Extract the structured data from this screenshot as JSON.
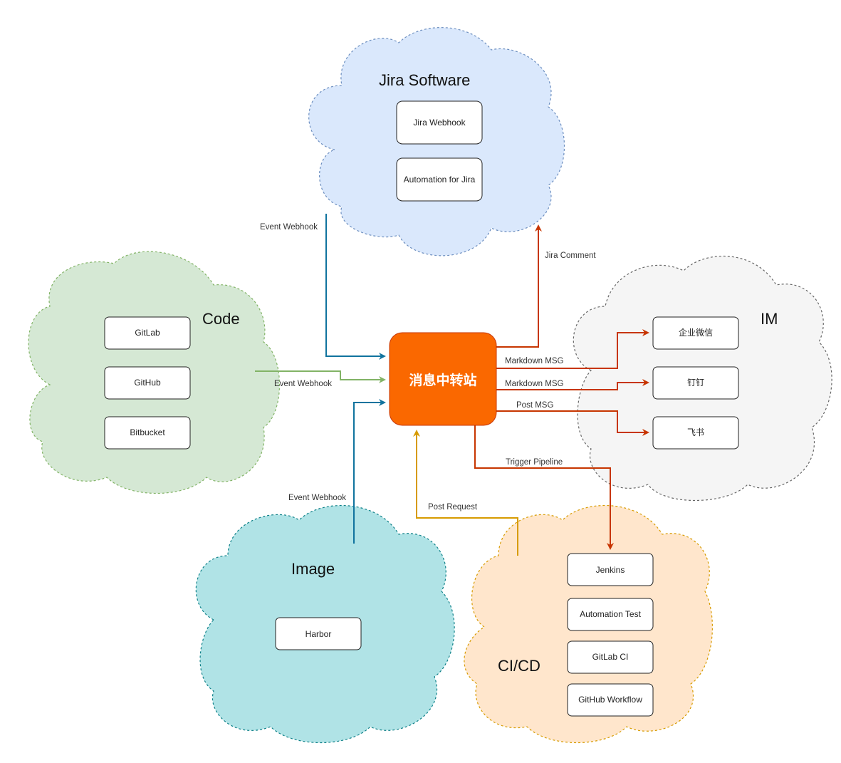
{
  "colors": {
    "jira_cloud_fill": "#dae8fc",
    "jira_cloud_stroke": "#6c8ebf",
    "code_cloud_fill": "#d5e8d4",
    "code_cloud_stroke": "#82b366",
    "im_cloud_fill": "#f5f5f5",
    "im_cloud_stroke": "#666666",
    "image_cloud_fill": "#b0e3e6",
    "image_cloud_stroke": "#0e8088",
    "cicd_cloud_fill": "#ffe6cc",
    "cicd_cloud_stroke": "#d79b00",
    "hub_fill": "#fa6800",
    "hub_stroke": "#c73500",
    "teal_edge": "#10739e",
    "green_edge": "#82b366",
    "red_edge": "#c73500",
    "gold_edge": "#d79b00"
  },
  "hub": {
    "label": "消息中转站"
  },
  "clouds": {
    "jira": {
      "title": "Jira Software",
      "items": [
        "Jira Webhook",
        "Automation for Jira"
      ]
    },
    "code": {
      "title": "Code",
      "items": [
        "GitLab",
        "GitHub",
        "Bitbucket"
      ]
    },
    "im": {
      "title": "IM",
      "items": [
        "企业微信",
        "钉钉",
        "飞书"
      ]
    },
    "image": {
      "title": "Image",
      "items": [
        "Harbor"
      ]
    },
    "cicd": {
      "title": "CI/CD",
      "items": [
        "Jenkins",
        "Automation Test",
        "GitLab CI",
        "GitHub Workflow"
      ]
    }
  },
  "edges": {
    "jira_event_webhook": "Event Webhook",
    "code_event_webhook": "Event Webhook",
    "image_event_webhook": "Event Webhook",
    "jira_comment": "Jira Comment",
    "markdown_msg_1": "Markdown MSG",
    "markdown_msg_2": "Markdown MSG",
    "post_msg": "Post MSG",
    "trigger_pipeline": "Trigger Pipeline",
    "post_request": "Post Request"
  }
}
